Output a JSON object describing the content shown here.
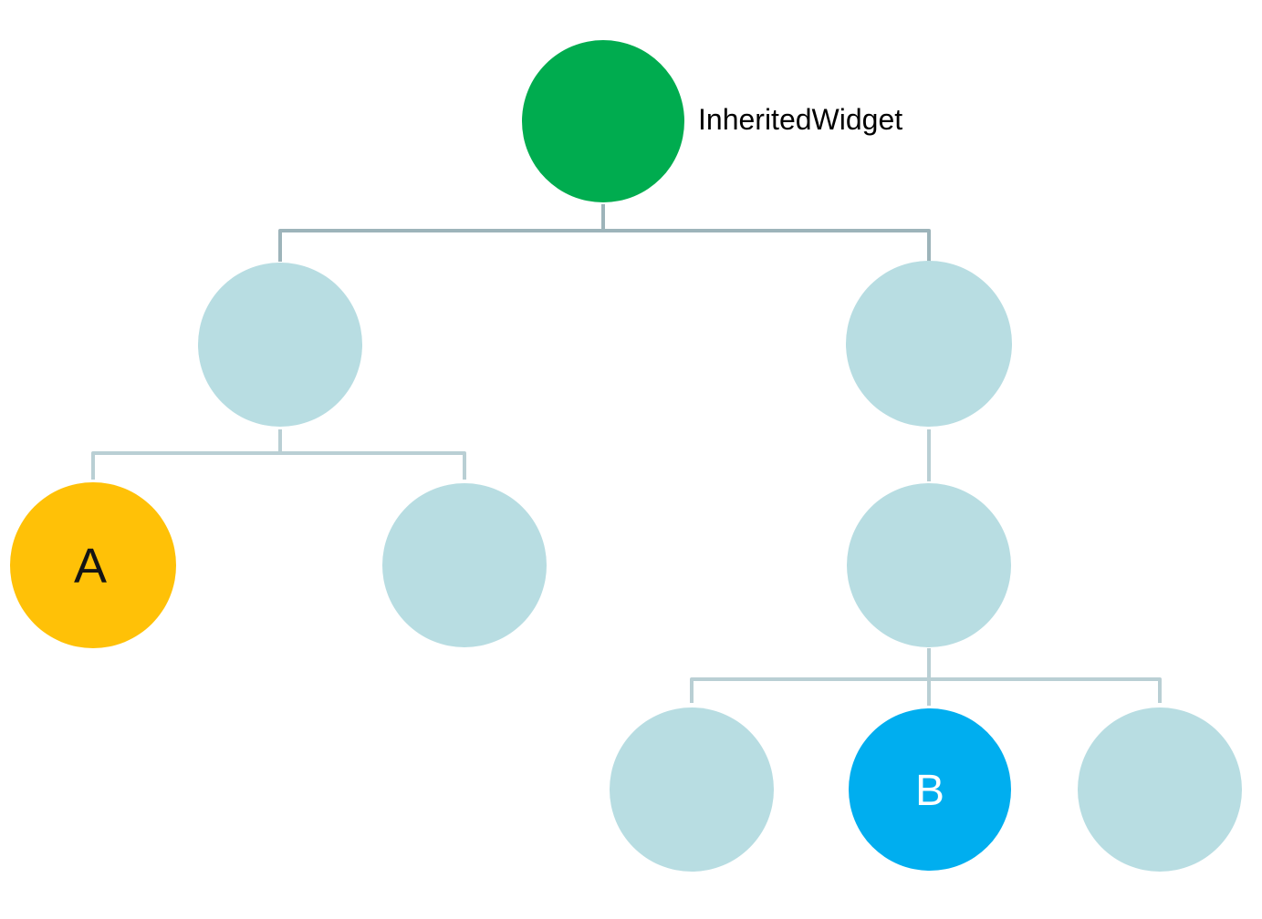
{
  "diagram": {
    "type": "widget-tree",
    "background": "#FFFFFF",
    "connectors": {
      "primary_color": "#9DB4BA",
      "secondary_color": "#B9CFD4"
    },
    "nodes": {
      "root": {
        "label": "InheritedWidget",
        "color": "#00AC4F",
        "label_color": "#000000"
      },
      "level1_left": {
        "label": "",
        "color": "#B8DDE2"
      },
      "level1_right": {
        "label": "",
        "color": "#B8DDE2"
      },
      "node_a": {
        "label": "A",
        "color": "#FFC107",
        "label_color": "#141414"
      },
      "level2_mid": {
        "label": "",
        "color": "#B8DDE2"
      },
      "level2_right": {
        "label": "",
        "color": "#B8DDE2"
      },
      "level3_left": {
        "label": "",
        "color": "#B8DDE2"
      },
      "node_b": {
        "label": "B",
        "color": "#00AEEF",
        "label_color": "#FFFFFF"
      },
      "level3_right": {
        "label": "",
        "color": "#B8DDE2"
      }
    },
    "edges": [
      "root > level1_left",
      "root > level1_right",
      "level1_left > node_a",
      "level1_left > level2_mid",
      "level1_right > level2_right",
      "level2_right > level3_left",
      "level2_right > node_b",
      "level2_right > level3_right"
    ]
  }
}
